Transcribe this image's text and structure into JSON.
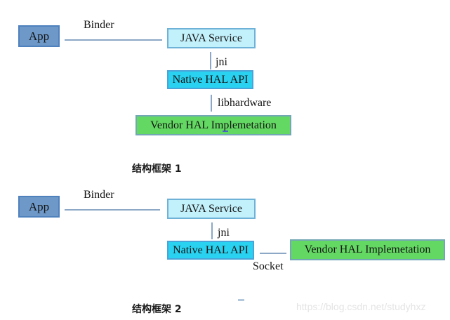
{
  "framework1": {
    "app_label": "App",
    "binder_label": "Binder",
    "java_service_label": "JAVA Service",
    "jni_label": "jni",
    "native_hal_label": "Native HAL API",
    "libhardware_label": "libhardware",
    "vendor_hal_label": "Vendor HAL Implemetation",
    "caption": "结构框架 1"
  },
  "framework2": {
    "app_label": "App",
    "binder_label": "Binder",
    "java_service_label": "JAVA Service",
    "jni_label": "jni",
    "native_hal_label": "Native HAL API",
    "socket_label": "Socket",
    "vendor_hal_label": "Vendor HAL Implemetation",
    "caption": "结构框架 2"
  },
  "watermark_text": "https://blog.csdn.net/studyhxz",
  "colors": {
    "app_fill": "#6d98c8",
    "app_border": "#4f81bd",
    "java_service_fill": "#c2f0fb",
    "java_service_border": "#6fb2d8",
    "native_hal_fill": "#29d2f0",
    "native_hal_border": "#4aa4d8",
    "vendor_hal_fill": "#63d963",
    "vendor_hal_border": "#74a7b5",
    "connector_line": "#8ca8c6",
    "watermark": "#e4e4e4"
  }
}
